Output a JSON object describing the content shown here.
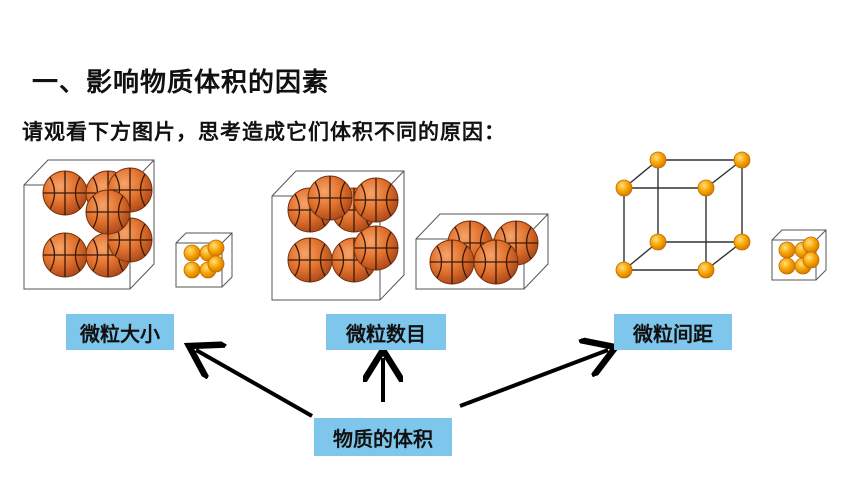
{
  "heading": "一、影响物质体积的因素",
  "prompt": "请观看下方图片，思考造成它们体积不同的原因：",
  "factors": {
    "size": "微粒大小",
    "count": "微粒数目",
    "distance": "微粒间距"
  },
  "center": "物质的体积",
  "colors": {
    "label_bg": "#7ec6ec",
    "ball": "#e0702c",
    "small_ball": "#f6a100",
    "arrow": "#000000"
  }
}
